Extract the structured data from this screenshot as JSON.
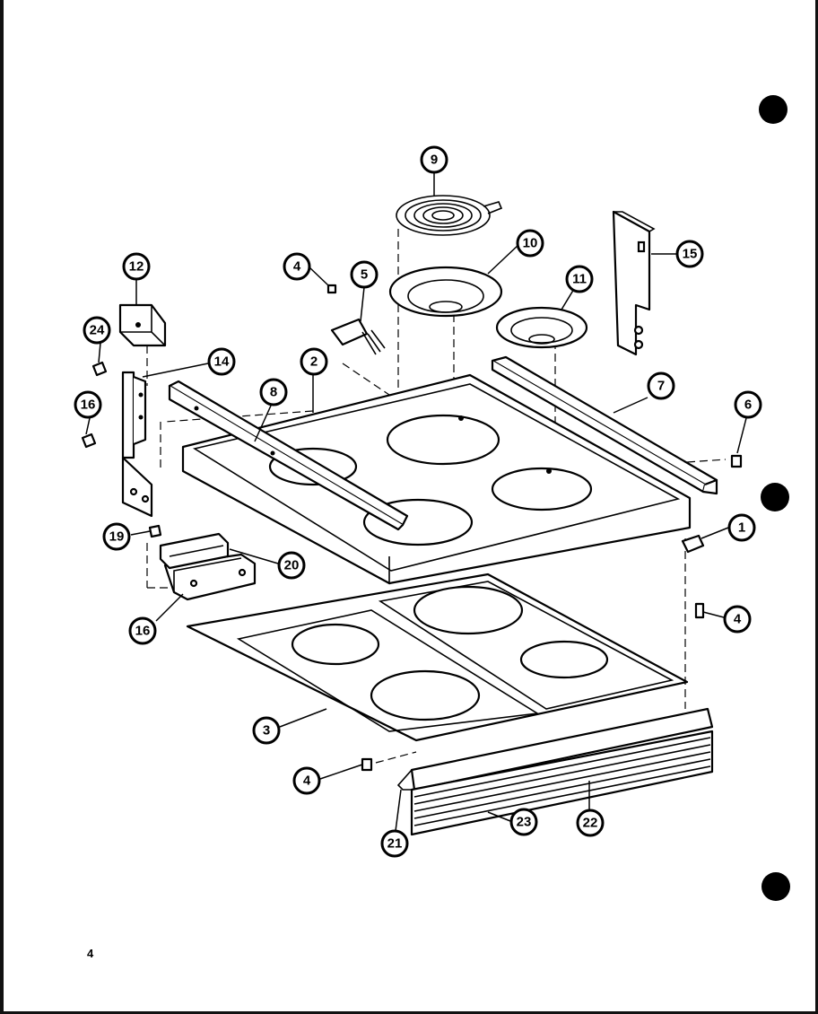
{
  "page_number": "4",
  "callouts": {
    "c1": "1",
    "c2": "2",
    "c3": "3",
    "c4a": "4",
    "c4b": "4",
    "c4c": "4",
    "c5": "5",
    "c6": "6",
    "c7": "7",
    "c8": "8",
    "c9": "9",
    "c10": "10",
    "c11": "11",
    "c12": "12",
    "c14": "14",
    "c15": "15",
    "c16a": "16",
    "c16b": "16",
    "c19": "19",
    "c20": "20",
    "c21": "21",
    "c22": "22",
    "c23": "23",
    "c24": "24"
  },
  "colors": {
    "ink": "#000000",
    "paper": "#ffffff"
  }
}
